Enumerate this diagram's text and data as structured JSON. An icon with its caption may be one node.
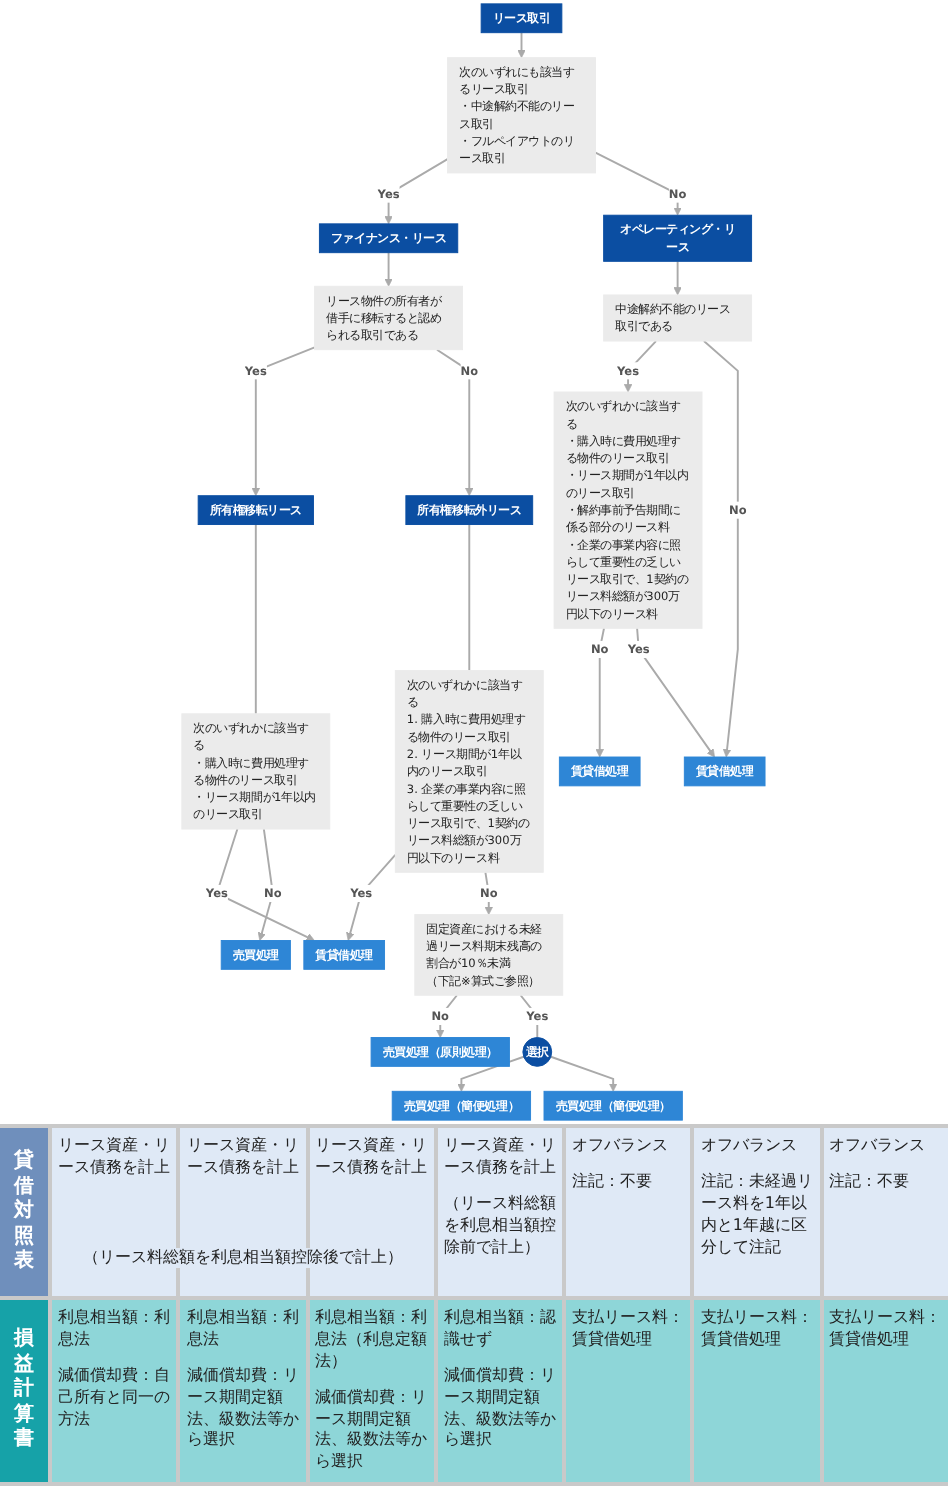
{
  "diagram": {
    "nodes": [
      {
        "text": [
          "リース取引"
        ]
      },
      {
        "text": [
          "次のいずれにも該当するリース取引",
          "・中途解約不能のリース取引",
          "・フルペイアウトのリース取引"
        ]
      },
      {
        "text": [
          "ファイナンス・リース"
        ]
      },
      {
        "text": [
          "オペレーティング・リース"
        ]
      },
      {
        "text": [
          "リース物件の所有者が借手に移転すると認められる取引である"
        ]
      },
      {
        "text": [
          "所有権移転リース"
        ]
      },
      {
        "text": [
          "所有権移転外リース"
        ]
      },
      {
        "text": [
          "次のいずれかに該当する",
          "・購入時に費用処理する物件のリース取引",
          "・リース期間が1年以内のリース取引"
        ]
      },
      {
        "text": [
          "中途解約不能のリース取引である"
        ]
      },
      {
        "text": [
          "次のいずれかに該当する",
          "1. 購入時に費用処理する物件のリース取引",
          "2. リース期間が1年以内のリース取引",
          "3. 企業の事業内容に照らして重要性の乏しいリース取引で、1契約のリース料総額が300万円以下のリース料"
        ]
      },
      {
        "text": [
          "次のいずれかに該当する",
          "・購入時に費用処理する物件のリース取引",
          "・リース期間が1年以内のリース取引",
          "・解約事前予告期間に係る部分のリース料",
          "・企業の事業内容に照らして重要性の乏しいリース取引で、1契約のリース料総額が300万円以下のリース料"
        ]
      },
      {
        "text": [
          "固定資産における未経過リース料期末残高の割合が10％未満",
          "（下記※算式ご参照）"
        ]
      },
      {
        "text": [
          "選択"
        ]
      },
      {
        "text": [
          "売買処理"
        ]
      },
      {
        "text": [
          "売買処理（原則処理）"
        ]
      },
      {
        "text": [
          "売買処理（簡便処理）"
        ]
      },
      {
        "text": [
          "売買処理（簡便処理）"
        ]
      },
      {
        "text": [
          "賃貸借処理"
        ]
      },
      {
        "text": [
          "賃貸借処理"
        ]
      },
      {
        "text": [
          "賃貸借処理"
        ]
      }
    ],
    "edges": [
      {
        "from": 0,
        "to": 1,
        "arrow": "to"
      },
      {
        "from": 1,
        "to": 2,
        "arrow": "to",
        "label": "Yes"
      },
      {
        "from": 1,
        "to": 3,
        "arrow": "to",
        "label": "No"
      },
      {
        "from": 2,
        "to": 4,
        "arrow": "to"
      },
      {
        "from": 3,
        "to": 8,
        "arrow": "to"
      },
      {
        "from": 4,
        "to": 5,
        "arrow": "to",
        "label": "Yes"
      },
      {
        "from": 4,
        "to": 6,
        "arrow": "to",
        "label": "No"
      },
      {
        "from": 5,
        "to": 7,
        "arrow": "none"
      },
      {
        "from": 6,
        "to": 9,
        "arrow": "none"
      },
      {
        "from": 7,
        "to": 17,
        "arrow": "to",
        "label": "Yes"
      },
      {
        "from": 7,
        "to": 13,
        "arrow": "to",
        "label": "No"
      },
      {
        "from": 8,
        "to": 10,
        "arrow": "to",
        "label": "Yes"
      },
      {
        "from": 8,
        "to": 19,
        "arrow": "to",
        "label": "No"
      },
      {
        "from": 9,
        "to": 17,
        "arrow": "to",
        "label": "Yes"
      },
      {
        "from": 9,
        "to": 11,
        "arrow": "to",
        "label": "No"
      },
      {
        "from": 10,
        "to": 18,
        "arrow": "to",
        "label": "No"
      },
      {
        "from": 10,
        "to": 19,
        "arrow": "to",
        "label": "Yes"
      },
      {
        "from": 11,
        "to": 14,
        "arrow": "to",
        "label": "No"
      },
      {
        "from": 11,
        "to": 12,
        "arrow": "none",
        "label": "Yes"
      },
      {
        "from": 12,
        "to": 15,
        "arrow": "to"
      },
      {
        "from": 12,
        "to": 16,
        "arrow": "to"
      }
    ],
    "labels": [
      "貸借対照表",
      "リース資産・リース債務を計上",
      "リース資産・リース債務を計上",
      "リース資産・リース債務を計上",
      "（リース料総額を利息相当額控除後で計上）",
      "リース資産・リース債務を計上",
      "（リース料総額を利息相当額控除前で計上）",
      "オフバランス",
      "注記：不要",
      "オフバランス",
      "注記：未経過リース料を1年以内と1年越に区分して注記",
      "オフバランス",
      "注記：不要",
      "損益計算書",
      "利息相当額：利息法",
      "減価償却費：自己所有と同一の方法",
      "利息相当額：利息法",
      "減価償却費：リース期間定額法、級数法等から選択",
      "利息相当額：利息法（利息定額法）",
      "減価償却費：リース期間定額法、級数法等から選択",
      "利息相当額：認識せず",
      "減価償却費：リース期間定額法、級数法等から選択",
      "支払リース料：賃貸借処理",
      "支払リース料：賃貸借処理",
      "支払リース料：賃貸借処理"
    ]
  }
}
